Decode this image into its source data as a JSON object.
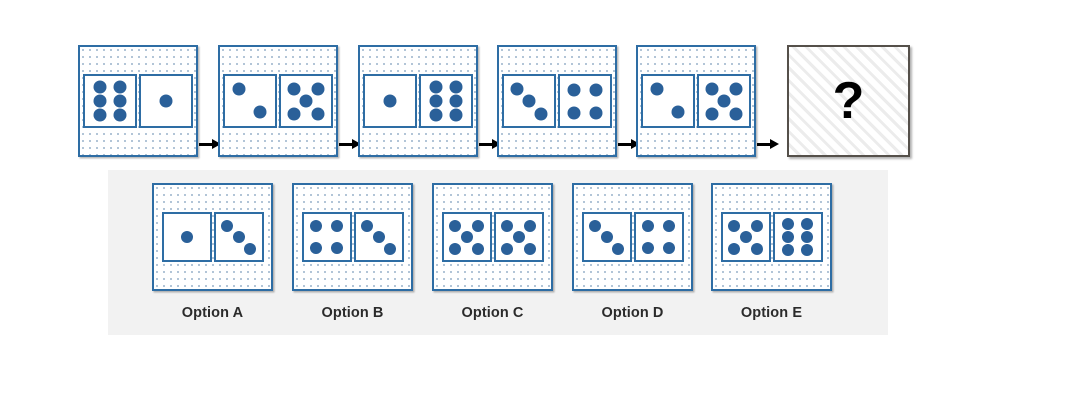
{
  "puzzle": {
    "type": "visual-analogy-sequence",
    "question_symbol": "?",
    "sequence": [
      {
        "name": "step-1",
        "left_die": {
          "count": 6,
          "pattern": "two-columns-of-three"
        },
        "right_die": {
          "count": 1,
          "pattern": "center"
        }
      },
      {
        "name": "step-2",
        "left_die": {
          "count": 2,
          "pattern": "diagonal-two"
        },
        "right_die": {
          "count": 5,
          "pattern": "dice-five"
        }
      },
      {
        "name": "step-3",
        "left_die": {
          "count": 1,
          "pattern": "center"
        },
        "right_die": {
          "count": 6,
          "pattern": "two-columns-of-three"
        }
      },
      {
        "name": "step-4",
        "left_die": {
          "count": 3,
          "pattern": "diagonal-three"
        },
        "right_die": {
          "count": 4,
          "pattern": "four-corners"
        }
      },
      {
        "name": "step-5",
        "left_die": {
          "count": 2,
          "pattern": "diagonal-two"
        },
        "right_die": {
          "count": 5,
          "pattern": "dice-five"
        }
      }
    ],
    "options": [
      {
        "id": "A",
        "label": "Option A",
        "left_die": {
          "count": 1,
          "pattern": "center"
        },
        "right_die": {
          "count": 3,
          "pattern": "diagonal-three"
        }
      },
      {
        "id": "B",
        "label": "Option B",
        "left_die": {
          "count": 4,
          "pattern": "four-corners"
        },
        "right_die": {
          "count": 3,
          "pattern": "diagonal-three"
        }
      },
      {
        "id": "C",
        "label": "Option C",
        "left_die": {
          "count": 5,
          "pattern": "dice-five"
        },
        "right_die": {
          "count": 5,
          "pattern": "dice-five"
        }
      },
      {
        "id": "D",
        "label": "Option D",
        "left_die": {
          "count": 3,
          "pattern": "diagonal-three"
        },
        "right_die": {
          "count": 4,
          "pattern": "four-corners"
        }
      },
      {
        "id": "E",
        "label": "Option E",
        "left_die": {
          "count": 5,
          "pattern": "dice-five"
        },
        "right_die": {
          "count": 6,
          "pattern": "two-columns-of-three"
        }
      }
    ],
    "arrows": {
      "count": 5,
      "glyph": "right-arrow"
    },
    "colors": {
      "dot": "#2a6099",
      "card_border": "#2e6da4",
      "card_fill": "#ffffff",
      "pattern_dot": "#9fb6cd",
      "options_band": "#f2f2f2",
      "question_border": "#55504a",
      "question_hatch": "#ececec",
      "label_text": "#2b2b2b",
      "arrow": "#000000"
    }
  }
}
